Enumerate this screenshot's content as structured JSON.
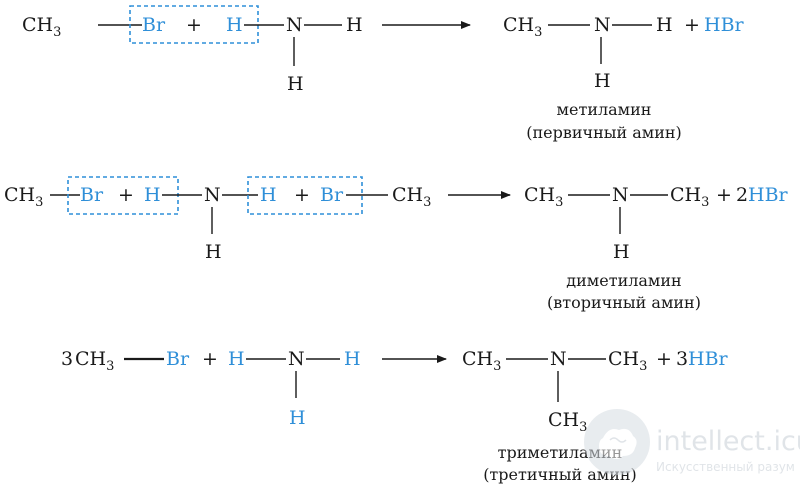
{
  "reactions": [
    {
      "lhs": {
        "ch3": "CH",
        "ch3_sub": "3",
        "br": "Br",
        "plus": "+",
        "h1": "H",
        "n": "N",
        "h2": "H",
        "h3": "H"
      },
      "rhs": {
        "ch3": "CH",
        "ch3_sub": "3",
        "n": "N",
        "h1": "H",
        "h2": "H",
        "plus": "+",
        "hbr": "HBr"
      },
      "caption_name": "метиламин",
      "caption_type": "(первичный амин)"
    },
    {
      "lhs": {
        "ch3a": "CH",
        "ch3a_sub": "3",
        "br1": "Br",
        "plus1": "+",
        "h1": "H",
        "n": "N",
        "h2": "H",
        "plus2": "+",
        "br2": "Br",
        "ch3b": "CH",
        "ch3b_sub": "3",
        "h3": "H"
      },
      "rhs": {
        "ch3a": "CH",
        "ch3a_sub": "3",
        "n": "N",
        "ch3b": "CH",
        "ch3b_sub": "3",
        "plus": "+",
        "coef": "2",
        "hbr": "HBr",
        "h": "H"
      },
      "caption_name": "диметиламин",
      "caption_type": "(вторичный амин)"
    },
    {
      "lhs": {
        "coef": "3",
        "ch3": "CH",
        "ch3_sub": "3",
        "br": "Br",
        "plus": "+",
        "h1": "H",
        "n": "N",
        "h2": "H",
        "h3": "H"
      },
      "rhs": {
        "ch3a": "CH",
        "ch3a_sub": "3",
        "n": "N",
        "ch3b": "CH",
        "ch3b_sub": "3",
        "plus": "+",
        "coef": "3",
        "hbr": "HBr",
        "ch3c": "CH",
        "ch3c_sub": "3"
      },
      "caption_name": "триметиламин",
      "caption_type": "(третичный амин)"
    }
  ],
  "watermark": {
    "brand": "intellect.icu",
    "tagline": "Искусственный разум",
    "icon": "brain-circle-icon"
  },
  "colors": {
    "highlight": "#2f8fd8",
    "text": "#1a1a1a"
  }
}
